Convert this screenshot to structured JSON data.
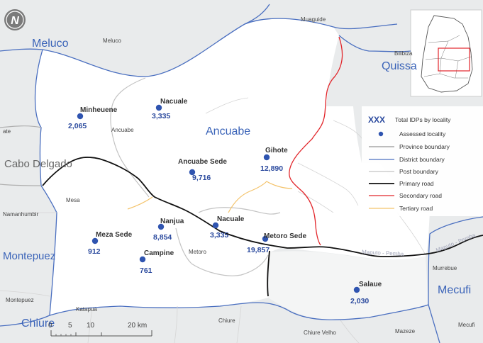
{
  "colors": {
    "background": "#e9ebec",
    "district_fill": "#ffffff",
    "province_boundary": "#a7a7a7",
    "district_boundary": "#4a6fc0",
    "post_boundary": "#c3c3c3",
    "primary_road": "#111111",
    "secondary_road": "#e2262b",
    "tertiary_road": "#f4c36b",
    "locality_dot": "#2f54b0",
    "count_text": "#2b4a9e"
  },
  "north_arrow": {
    "label": "N"
  },
  "district_labels": [
    "Meluco",
    "Ancuabe",
    "Quissa",
    "Montepuez",
    "Mecufi",
    "Chiure"
  ],
  "province_label": "Cabo Delgado",
  "place_labels": [
    "Meluco",
    "Muaguide",
    "Bilibiza",
    "ate",
    "Ancuabe",
    "Mesa",
    "Namanhumbir",
    "Metoro",
    "Murrebue",
    "Montepuez",
    "Katapua",
    "Chiure",
    "Chiure Velho",
    "Mazeze",
    "Mecufi"
  ],
  "road_labels": [
    "Maputo - Pemba",
    "Maputo - Pemba"
  ],
  "localities": [
    {
      "name": "Nacuale",
      "count": "3,335"
    },
    {
      "name": "Minheuene",
      "count": "2,065"
    },
    {
      "name": "Gihote",
      "count": "12,890"
    },
    {
      "name": "Ancuabe Sede",
      "count": "9,716"
    },
    {
      "name": "Nanjua",
      "count": "8,854"
    },
    {
      "name": "Nacuale",
      "count": "3,335"
    },
    {
      "name": "Meza Sede",
      "count": "912"
    },
    {
      "name": "Metoro Sede",
      "count": "19,857"
    },
    {
      "name": "Campine",
      "count": "761"
    },
    {
      "name": "Salaue",
      "count": "2,030"
    }
  ],
  "legend": {
    "title_symbol": "XXX",
    "title": "Total IDPs by locality",
    "items": [
      {
        "label": "Assessed locality",
        "icon": "dot"
      },
      {
        "label": "Province boundary",
        "icon": "line"
      },
      {
        "label": "District boundary",
        "icon": "line"
      },
      {
        "label": "Post boundary",
        "icon": "line"
      },
      {
        "label": "Primary road",
        "icon": "line"
      },
      {
        "label": "Secondary road",
        "icon": "line"
      },
      {
        "label": "Tertiary road",
        "icon": "line"
      }
    ]
  },
  "scale_bar": {
    "ticks": [
      "0",
      "5",
      "10",
      "20 km"
    ]
  }
}
